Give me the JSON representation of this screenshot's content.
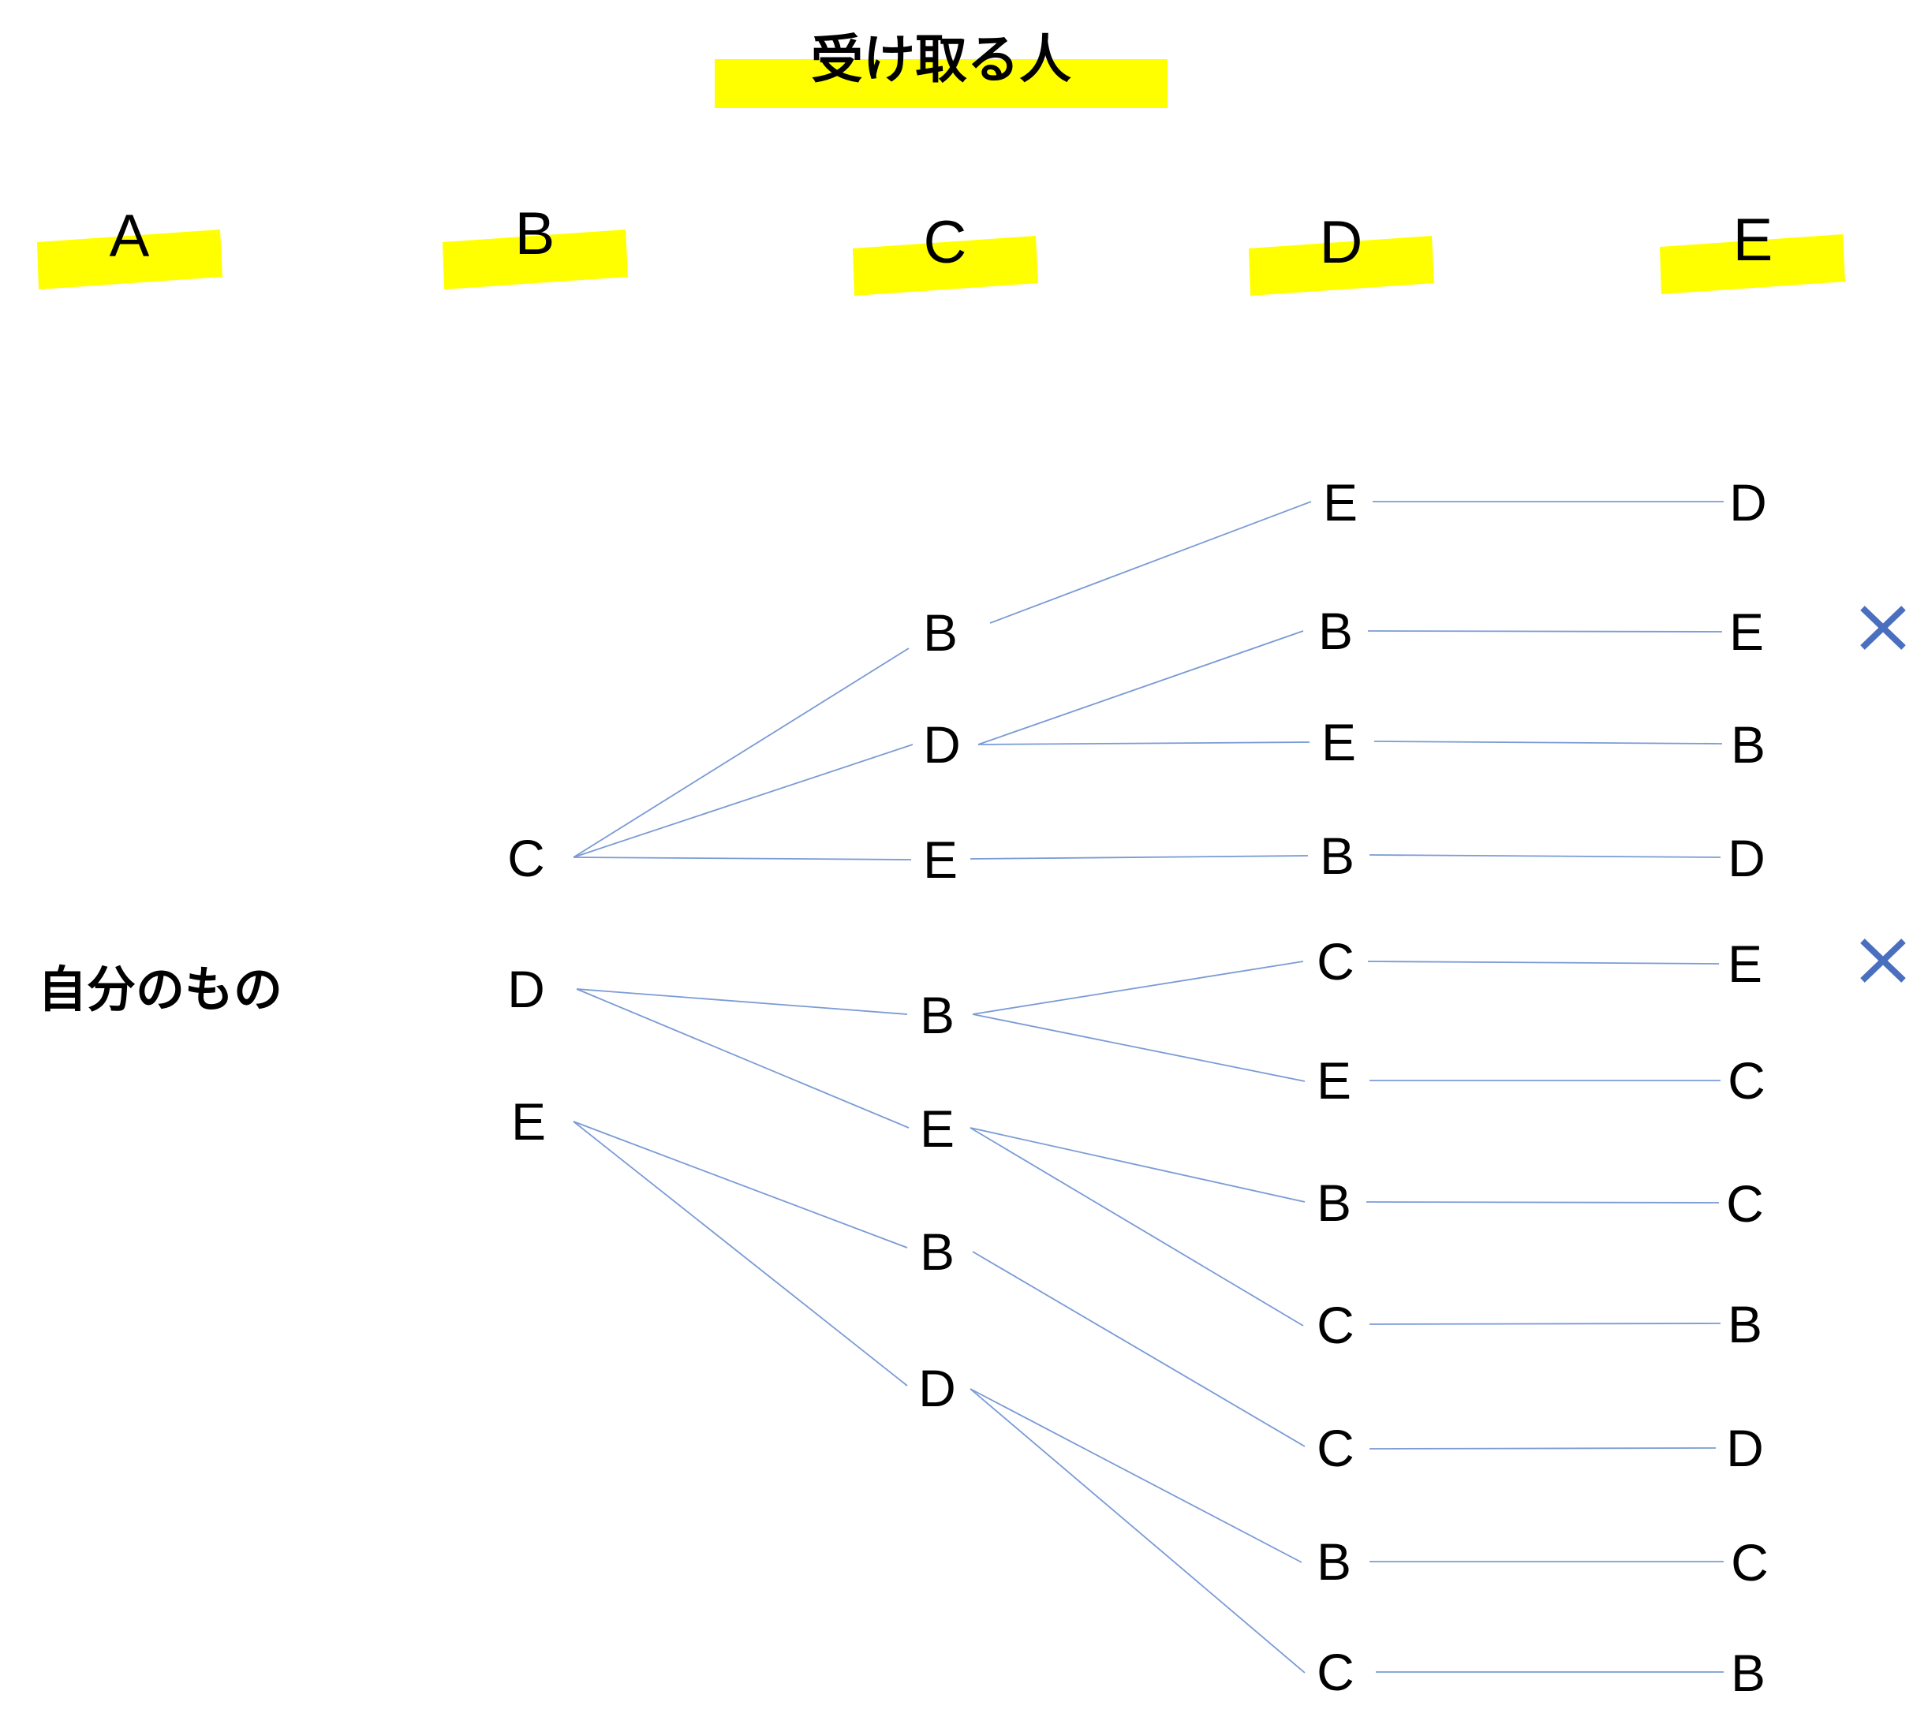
{
  "title": "受け取る人",
  "columns": [
    "A",
    "B",
    "C",
    "D",
    "E"
  ],
  "root_label": "自分のもの",
  "tree": [
    {
      "label": "C",
      "children": [
        {
          "label": "B",
          "children": [
            {
              "label": "E",
              "children": [
                {
                  "label": "D"
                }
              ]
            }
          ]
        },
        {
          "label": "D",
          "children": [
            {
              "label": "B",
              "children": [
                {
                  "label": "E",
                  "invalid": true
                }
              ]
            },
            {
              "label": "E",
              "children": [
                {
                  "label": "B"
                }
              ]
            }
          ]
        },
        {
          "label": "E",
          "children": [
            {
              "label": "B",
              "children": [
                {
                  "label": "D"
                }
              ]
            }
          ]
        }
      ]
    },
    {
      "label": "D",
      "children": [
        {
          "label": "B",
          "children": [
            {
              "label": "C",
              "children": [
                {
                  "label": "E",
                  "invalid": true
                }
              ]
            },
            {
              "label": "E",
              "children": [
                {
                  "label": "C"
                }
              ]
            }
          ]
        },
        {
          "label": "E",
          "children": [
            {
              "label": "B",
              "children": [
                {
                  "label": "C"
                }
              ]
            },
            {
              "label": "C",
              "children": [
                {
                  "label": "B"
                }
              ]
            }
          ]
        }
      ]
    },
    {
      "label": "E",
      "children": [
        {
          "label": "B",
          "children": [
            {
              "label": "C",
              "children": [
                {
                  "label": "D"
                }
              ]
            }
          ]
        },
        {
          "label": "D",
          "children": [
            {
              "label": "B",
              "children": [
                {
                  "label": "C"
                }
              ]
            },
            {
              "label": "C",
              "children": [
                {
                  "label": "B"
                }
              ]
            }
          ]
        }
      ]
    }
  ],
  "colors": {
    "highlight": "#ffff00",
    "edge": "#7a9bd6",
    "mark": "#4a6fbf"
  },
  "invalid_mark": "✕"
}
